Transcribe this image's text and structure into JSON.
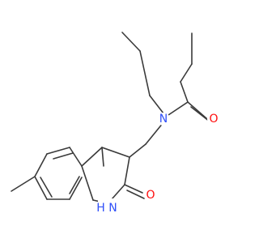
{
  "structure": {
    "bond_color": "#3a3a3a",
    "labels": {
      "n_amide": "N",
      "o_amide": "O",
      "o_lactam": "O",
      "nh_lactam": "H\nN"
    },
    "label_colors": {
      "nitrogen": "#3050f8",
      "oxygen": "#ff0d0d"
    }
  }
}
